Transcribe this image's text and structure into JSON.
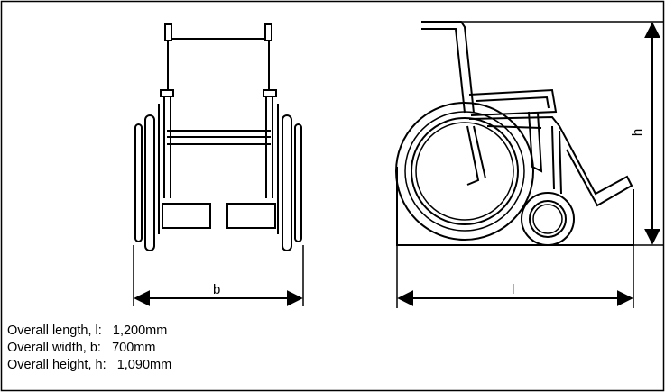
{
  "dimension_labels": {
    "width_symbol": "b",
    "length_symbol": "l",
    "height_symbol": "h"
  },
  "specs": [
    {
      "label": "Overall length, l:",
      "value": "1,200mm"
    },
    {
      "label": "Overall width, b:",
      "value": "700mm"
    },
    {
      "label": "Overall height, h:",
      "value": "1,090mm"
    }
  ],
  "colors": {
    "line": "#000000",
    "background": "#ffffff"
  }
}
